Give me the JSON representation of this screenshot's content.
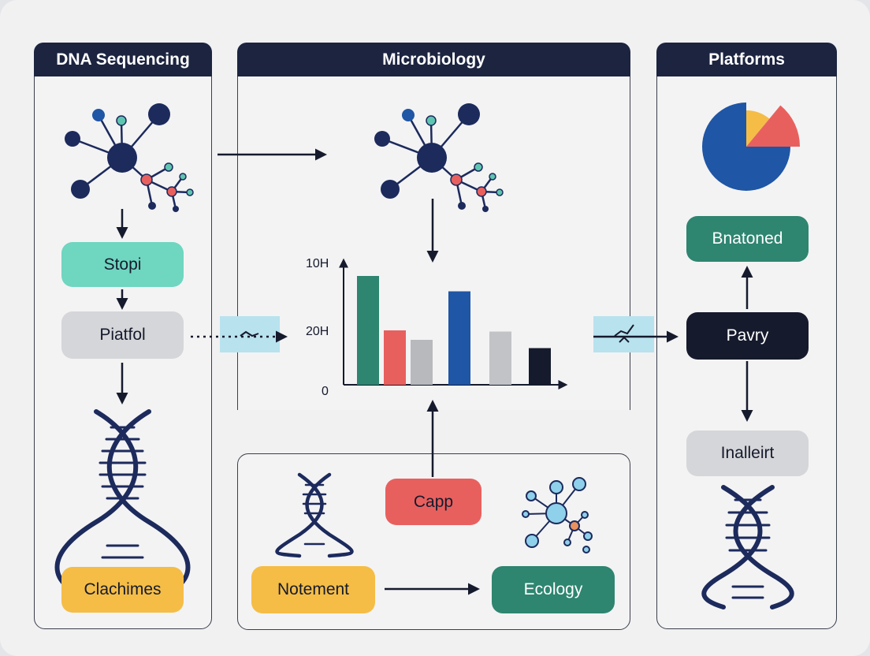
{
  "panels": {
    "dna_sequencing": {
      "title": "DNA Sequencing"
    },
    "microbiology": {
      "title": "Microbiology"
    },
    "platforms": {
      "title": "Platforms"
    }
  },
  "nodes": {
    "stopi": "Stopi",
    "piatfol": "Piatfol",
    "clachimes": "Clachimes",
    "capp": "Capp",
    "notement": "Notement",
    "ecology": "Ecology",
    "bnatoned": "Bnatoned",
    "pavry": "Pavry",
    "inalleirt": "Inalleirt"
  },
  "colors": {
    "navy": "#1c2a5c",
    "teal": "#2e8570",
    "mint": "#6fd6c0",
    "coral": "#e8605e",
    "amber": "#f5bd46",
    "gray": "#d5d6d9",
    "dark": "#151a2c",
    "royal": "#1f56a5",
    "lightblue": "#b8e2ee"
  },
  "chart_data": {
    "type": "bar",
    "ytick_labels": [
      "10H",
      "20H",
      "0"
    ],
    "values": [
      0.92,
      0.46,
      0.38,
      0.79,
      0.45,
      0.31
    ],
    "bar_colors": [
      "#2e8570",
      "#e8605e",
      "#b8b9bd",
      "#1f56a5",
      "#c2c3c7",
      "#151a2c"
    ],
    "ylim": [
      0,
      1
    ]
  },
  "pie_data": {
    "type": "pie",
    "slices": [
      {
        "value": 0.75,
        "color": "#1f56a5"
      },
      {
        "value": 0.11,
        "color": "#f5bd46"
      },
      {
        "value": 0.14,
        "color": "#e8605e"
      }
    ]
  }
}
